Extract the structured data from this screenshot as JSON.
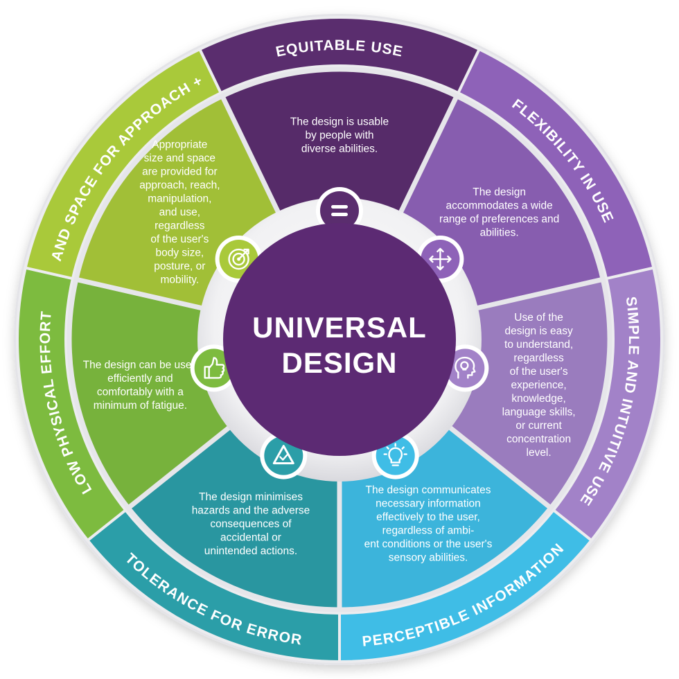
{
  "center": {
    "line1": "UNIVERSAL",
    "line2": "DESIGN"
  },
  "principles": [
    {
      "id": "equitable",
      "label": "EQUITABLE USE",
      "description": [
        "The design is usable",
        "by people with",
        "diverse abilities."
      ],
      "icon": "equals-icon",
      "color": "#5a2d6e"
    },
    {
      "id": "flexibility",
      "label": "FLEXIBILITY IN USE",
      "description": [
        "The design",
        "accommodates a wide",
        "range of preferences and",
        "abilities."
      ],
      "icon": "move-arrows-icon",
      "color": "#8e62b8"
    },
    {
      "id": "simple",
      "label": "SIMPLE AND INTUITIVE USE",
      "description": [
        "Use of the",
        "design is easy",
        "to understand,",
        "regardless",
        "of the user's",
        "experience,",
        "knowledge,",
        "language skills,",
        "or current",
        "concentration",
        "level."
      ],
      "icon": "head-lightbulb-icon",
      "color": "#a282c8"
    },
    {
      "id": "perceptible",
      "label": "PERCEPTIBLE INFORMATION",
      "description": [
        "The design communicates",
        "necessary information",
        "effectively to the user,",
        "regardless of ambi-",
        "ent conditions or the user's",
        "sensory abilities."
      ],
      "icon": "lightbulb-icon",
      "color": "#3fbde6"
    },
    {
      "id": "tolerance",
      "label": "TOLERANCE FOR ERROR",
      "description": [
        "The design minimises",
        "hazards and the adverse",
        "consequences of",
        "accidental or",
        "unintended actions."
      ],
      "icon": "warning-check-icon",
      "color": "#2b9ea8"
    },
    {
      "id": "physical",
      "label": "LOW PHYSICAL EFFORT",
      "description": [
        "The design can be used",
        "efficiently and",
        "comfortably with a",
        "minimum of fatigue."
      ],
      "icon": "thumbs-up-icon",
      "color": "#7dbb3f"
    },
    {
      "id": "size",
      "label": "SIZE AND SPACE FOR APPROACH + USE",
      "description": [
        "Appropriate",
        "size and space",
        "are provided for",
        "approach, reach,",
        "manipulation,",
        "and use,",
        "regardless",
        "of the user's",
        "body size,",
        "posture, or",
        "mobility."
      ],
      "icon": "target-arrow-icon",
      "color": "#a9c93a"
    }
  ],
  "colors": {
    "center": "#5c2a73",
    "ring_bg": "#e9e9ec",
    "divider": "#e6e6ea"
  }
}
